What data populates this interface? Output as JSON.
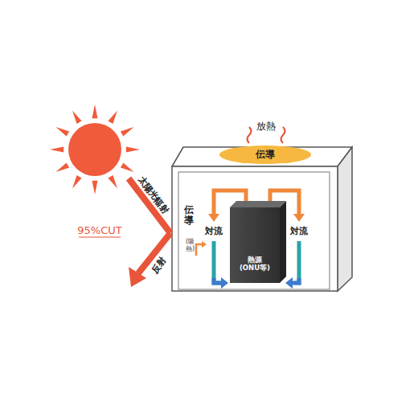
{
  "diagram": {
    "nodes": [
      {
        "text": [
          "伝導"
        ]
      },
      {
        "text": [
          "熱源",
          "(ONU等)"
        ]
      }
    ],
    "labels": [
      "放熱",
      "太陽光輻射",
      "反射",
      "95%CUT",
      "伝導",
      "(吸熱)",
      "対流",
      "対流"
    ]
  }
}
